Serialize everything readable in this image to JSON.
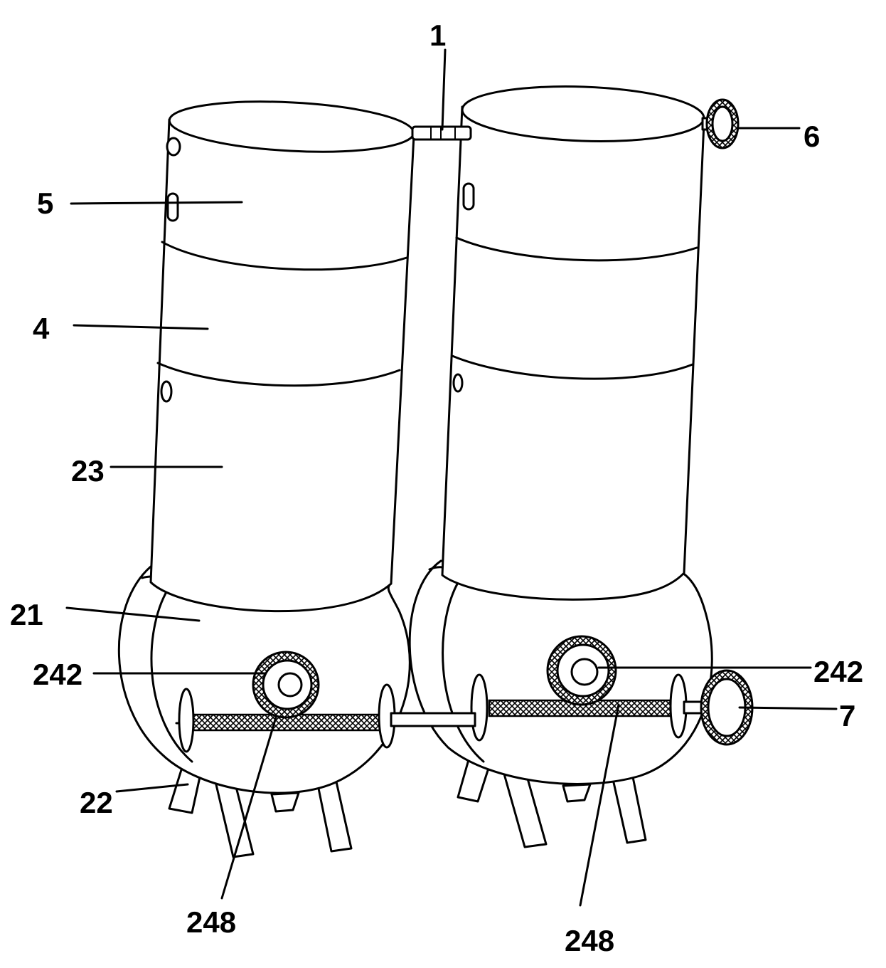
{
  "labels": {
    "l1": "1",
    "l5": "5",
    "l4": "4",
    "l23": "23",
    "l21": "21",
    "l242_left": "242",
    "l22": "22",
    "l248_left": "248",
    "l6": "6",
    "l242_right": "242",
    "l7": "7",
    "l248_right": "248"
  }
}
